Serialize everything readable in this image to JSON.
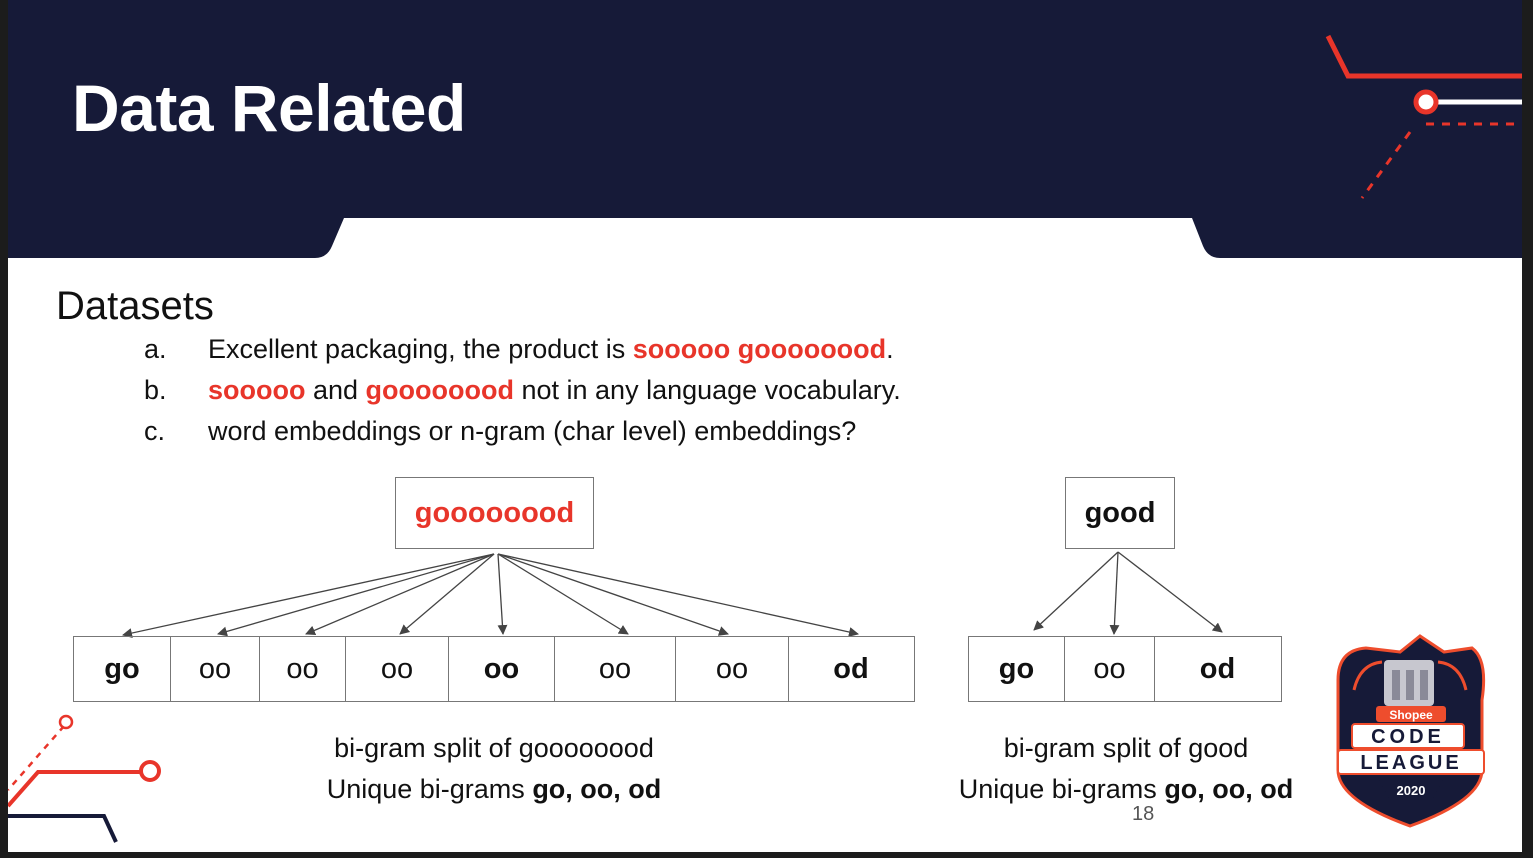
{
  "slide": {
    "title": "Data Related",
    "section_heading": "Datasets",
    "items": [
      {
        "marker": "a.",
        "parts": [
          {
            "text": "Excellent packaging, the product is ",
            "style": "normal"
          },
          {
            "text": "sooooo goooooood",
            "style": "red"
          },
          {
            "text": ".",
            "style": "normal"
          }
        ]
      },
      {
        "marker": "b.",
        "parts": [
          {
            "text": "sooooo",
            "style": "red"
          },
          {
            "text": " and ",
            "style": "normal"
          },
          {
            "text": "goooooood",
            "style": "red"
          },
          {
            "text": " not in any language vocabulary.",
            "style": "normal"
          }
        ]
      },
      {
        "marker": "c.",
        "parts": [
          {
            "text": "word embeddings or n-gram (char level) embeddings?",
            "style": "normal"
          }
        ]
      }
    ],
    "left_diagram": {
      "root_word": "goooooood",
      "bigrams": [
        {
          "text": "go",
          "bold": true
        },
        {
          "text": "oo",
          "bold": false
        },
        {
          "text": "oo",
          "bold": false
        },
        {
          "text": "oo",
          "bold": false
        },
        {
          "text": "oo",
          "bold": true
        },
        {
          "text": "oo",
          "bold": false
        },
        {
          "text": "oo",
          "bold": false
        },
        {
          "text": "od",
          "bold": true
        }
      ],
      "caption_line1": "bi-gram split of goooooood",
      "caption_line2_prefix": "Unique bi-grams ",
      "caption_line2_bold": "go, oo, od"
    },
    "right_diagram": {
      "root_word": "good",
      "bigrams": [
        {
          "text": "go",
          "bold": true
        },
        {
          "text": "oo",
          "bold": false
        },
        {
          "text": "od",
          "bold": true
        }
      ],
      "caption_line1": "bi-gram split of good",
      "caption_line2_prefix": "Unique bi-grams ",
      "caption_line2_bold": "go, oo, od"
    },
    "page_number": "18",
    "logo": {
      "brand": "Shopee",
      "line1": "CODE",
      "line2": "LEAGUE",
      "year": "2020"
    },
    "colors": {
      "header_navy": "#161a38",
      "accent_red": "#e8352a",
      "logo_orange": "#ee4d2d"
    }
  }
}
